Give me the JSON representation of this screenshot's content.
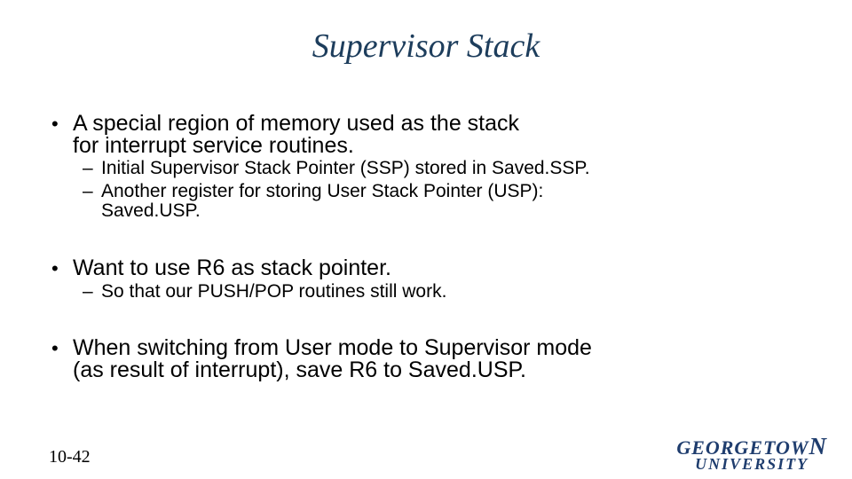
{
  "slide": {
    "title": "Supervisor Stack",
    "bullet_char": "•",
    "sub_bullet_char": "–",
    "bullets": [
      {
        "text": "A special region of memory used as the stack\nfor interrupt service routines.",
        "subs": [
          "Initial Supervisor Stack Pointer (SSP) stored in Saved.SSP.",
          "Another register for storing User Stack Pointer (USP):\nSaved.USP."
        ]
      },
      {
        "text": "Want to use R6 as stack pointer.",
        "subs": [
          "So that our PUSH/POP routines still work."
        ]
      },
      {
        "text": "When switching from User mode to Supervisor mode\n(as result of interrupt), save R6 to Saved.USP.",
        "subs": []
      }
    ],
    "page_number": "10-42",
    "logo": {
      "line1_main": "GEORGETOW",
      "line1_swash": "N",
      "line2": "UNIVERSITY"
    },
    "colors": {
      "background": "#ffffff",
      "title_navy": "#1d3d5c",
      "body_text": "#000000",
      "logo_navy": "#1f3d6e"
    }
  }
}
